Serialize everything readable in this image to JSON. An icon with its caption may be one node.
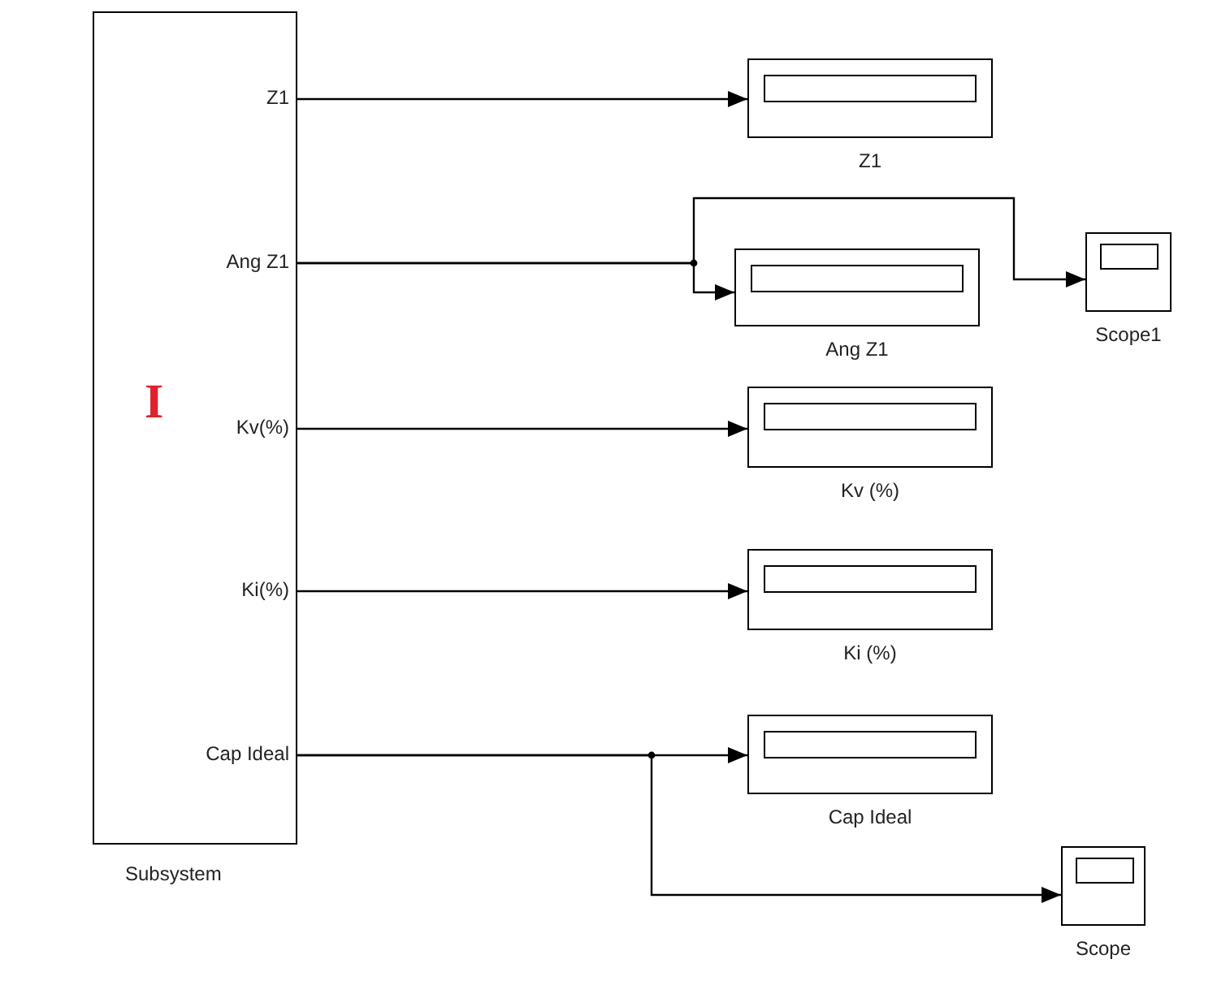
{
  "diagram": {
    "nodes": [
      {
        "text": [
          "I",
          "Z1",
          "Ang Z1",
          "Kv(%)",
          "Ki(%)",
          "Cap Ideal",
          "Subsystem"
        ]
      },
      {
        "text": [
          "Z1"
        ]
      },
      {
        "text": [
          "Ang Z1"
        ]
      },
      {
        "text": [
          "Scope1"
        ]
      },
      {
        "text": [
          "Kv (%)"
        ]
      },
      {
        "text": [
          "Ki (%)"
        ]
      },
      {
        "text": [
          "Cap Ideal"
        ]
      },
      {
        "text": [
          "Scope"
        ]
      }
    ],
    "edges": [
      {
        "from": 0,
        "to": 1,
        "arrow": "to"
      },
      {
        "from": 0,
        "to": 2,
        "arrow": "to"
      },
      {
        "from": 0,
        "to": 3,
        "arrow": "to"
      },
      {
        "from": 0,
        "to": 4,
        "arrow": "to"
      },
      {
        "from": 0,
        "to": 5,
        "arrow": "to"
      },
      {
        "from": 0,
        "to": 6,
        "arrow": "to"
      },
      {
        "from": 0,
        "to": 7,
        "arrow": "to"
      }
    ]
  }
}
